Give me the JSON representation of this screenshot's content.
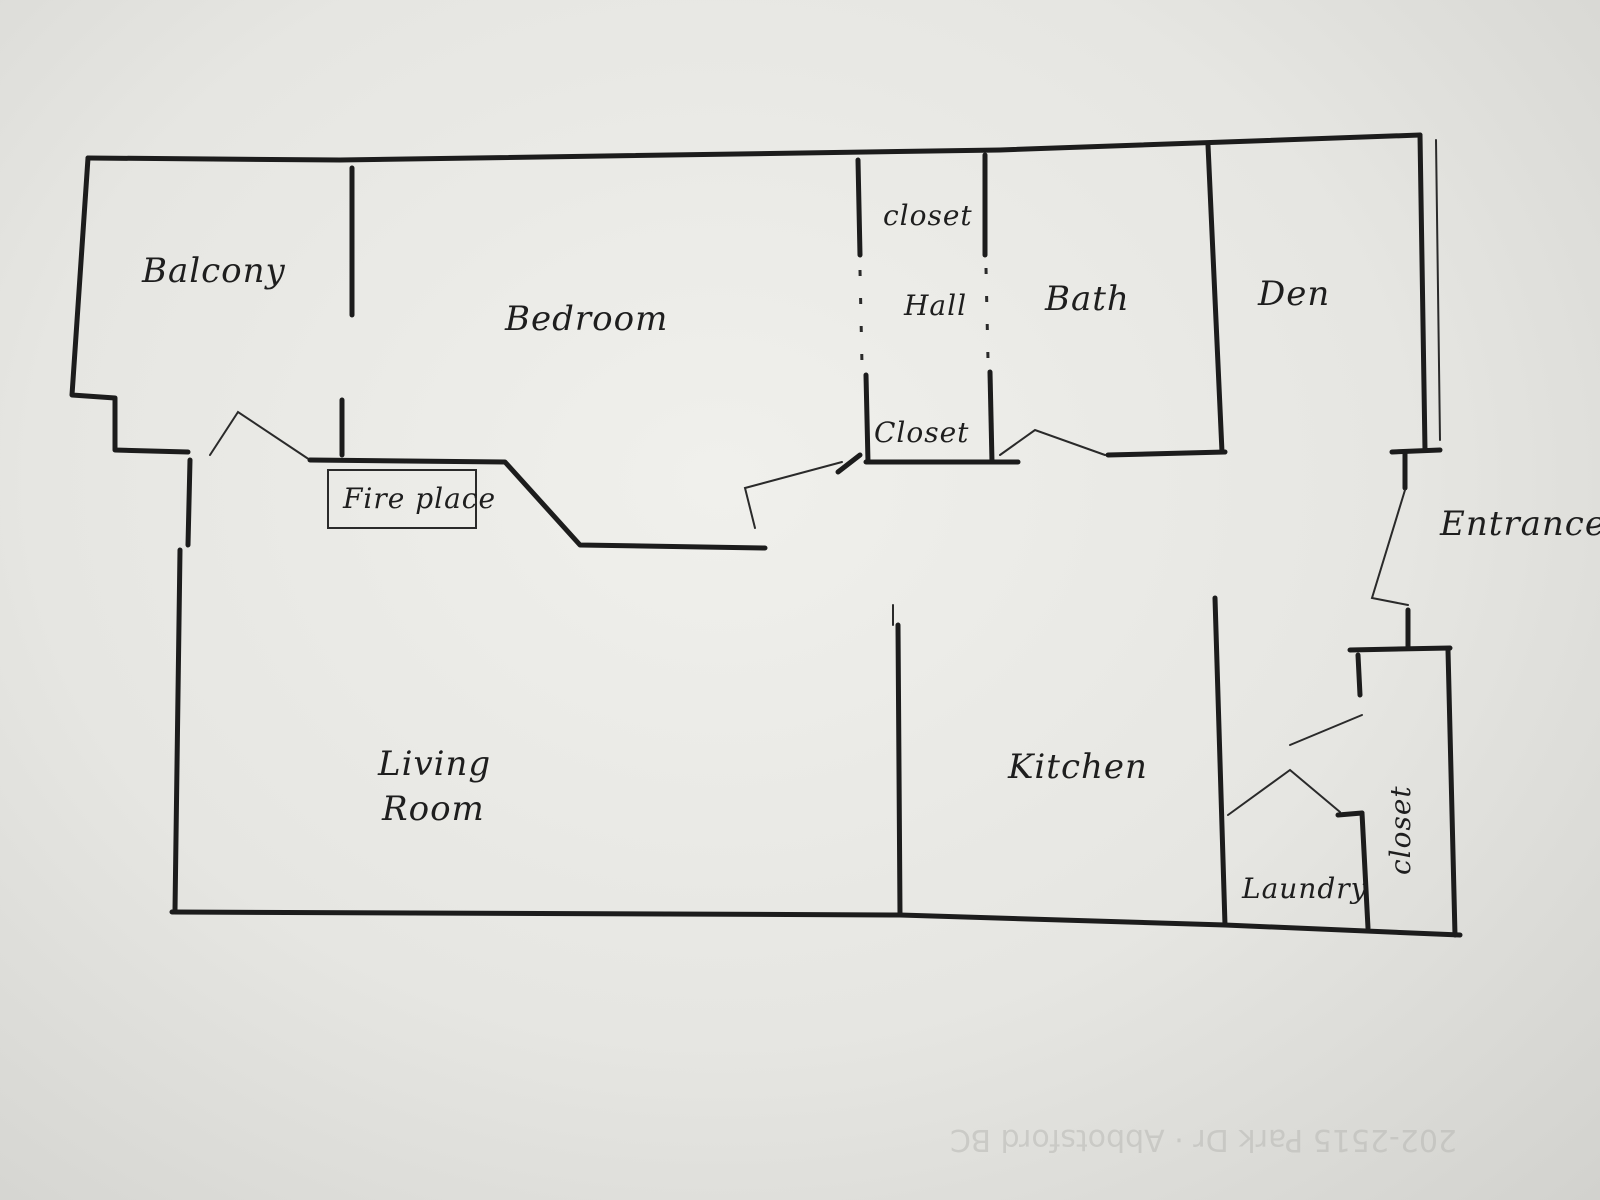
{
  "rooms": {
    "balcony": "Balcony",
    "bedroom": "Bedroom",
    "closet_top": "closet",
    "hall": "Hall",
    "closet_hall": "Closet",
    "bath": "Bath",
    "den": "Den",
    "fireplace": "Fire place",
    "entrance": "Entrance",
    "living_room_line1": "Living",
    "living_room_line2": "Room",
    "kitchen": "Kitchen",
    "laundry": "Laundry",
    "closet_right": "closet"
  },
  "show_through_text": {
    "bottom_right": "202-2515 Park Dr · Abbotsford BC"
  }
}
